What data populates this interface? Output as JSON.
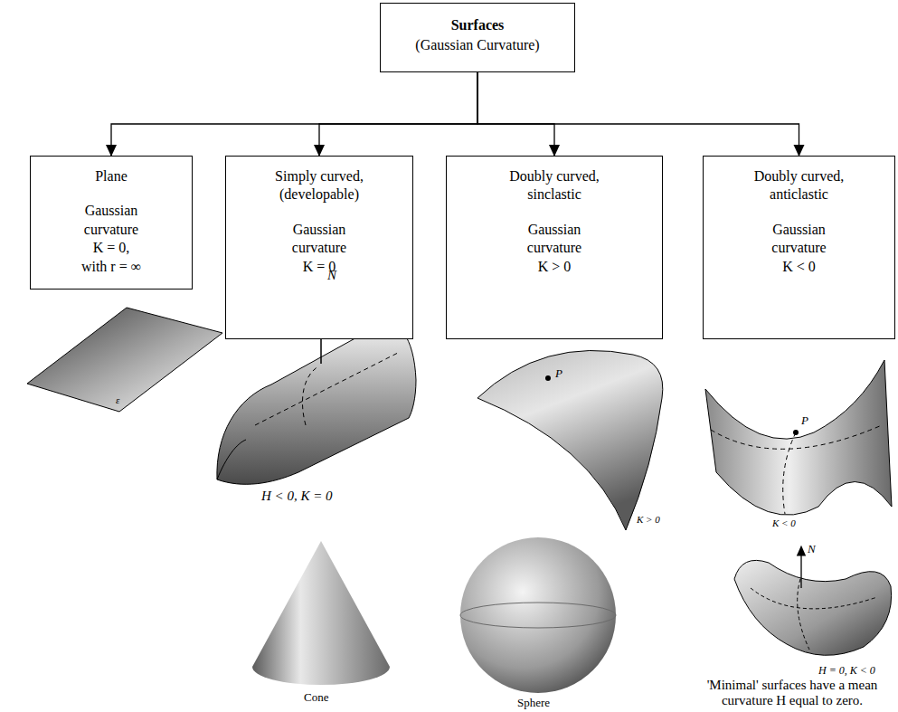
{
  "diagram": {
    "nodes": [
      {
        "text": [
          "Surfaces",
          "(Gaussian Curvature)"
        ]
      },
      {
        "text": [
          "Plane",
          "Gaussian curvature K = 0, with r = ∞"
        ]
      },
      {
        "text": [
          "Simply curved, (developable)",
          "Gaussian curvature K = 0"
        ]
      },
      {
        "text": [
          "Doubly curved, sinclastic",
          "Gaussian curvature K > 0"
        ]
      },
      {
        "text": [
          "Doubly curved, anticlastic",
          "Gaussian curvature K < 0"
        ]
      }
    ],
    "edges": [
      {
        "from": 0,
        "to": 1,
        "arrow": "to"
      },
      {
        "from": 0,
        "to": 2,
        "arrow": "to"
      },
      {
        "from": 0,
        "to": 3,
        "arrow": "to"
      },
      {
        "from": 0,
        "to": 4,
        "arrow": "to"
      }
    ],
    "labels": [
      "ε",
      "N",
      "H < 0, K = 0",
      "P",
      "K > 0",
      "P",
      "K < 0",
      "Cone",
      "Sphere",
      "N",
      "H = 0, K < 0",
      "'Minimal' surfaces have a mean curvature H equal to zero."
    ]
  }
}
